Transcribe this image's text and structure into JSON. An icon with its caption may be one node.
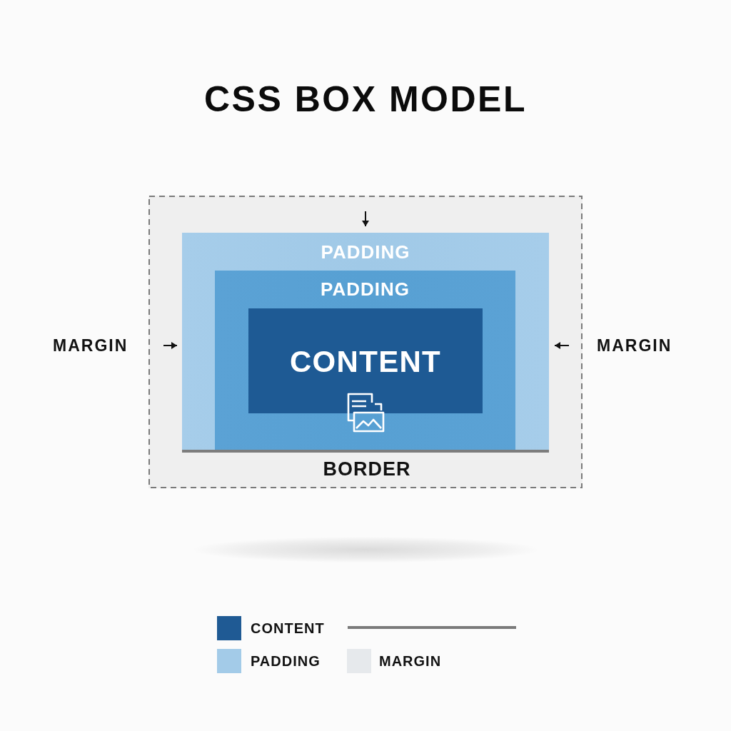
{
  "diagram": {
    "title": "CSS BOX MODEL",
    "nodes": [
      {
        "text": [],
        "shape": "box",
        "beside": [
          "MARGIN",
          "MARGIN"
        ]
      },
      {
        "text": [
          "PADDING"
        ],
        "in": 0
      },
      {
        "text": [
          "PADDING"
        ],
        "in": 1
      },
      {
        "text": [
          "CONTENT"
        ],
        "in": 2
      }
    ],
    "labels": [
      "BORDER"
    ],
    "legend": [
      {
        "text": "CONTENT",
        "color": "#1f5a94"
      },
      {
        "text": "PADDING",
        "color": "#a3cbe8"
      },
      {
        "text": "MARGIN",
        "color": "#e6e9ec"
      }
    ]
  }
}
